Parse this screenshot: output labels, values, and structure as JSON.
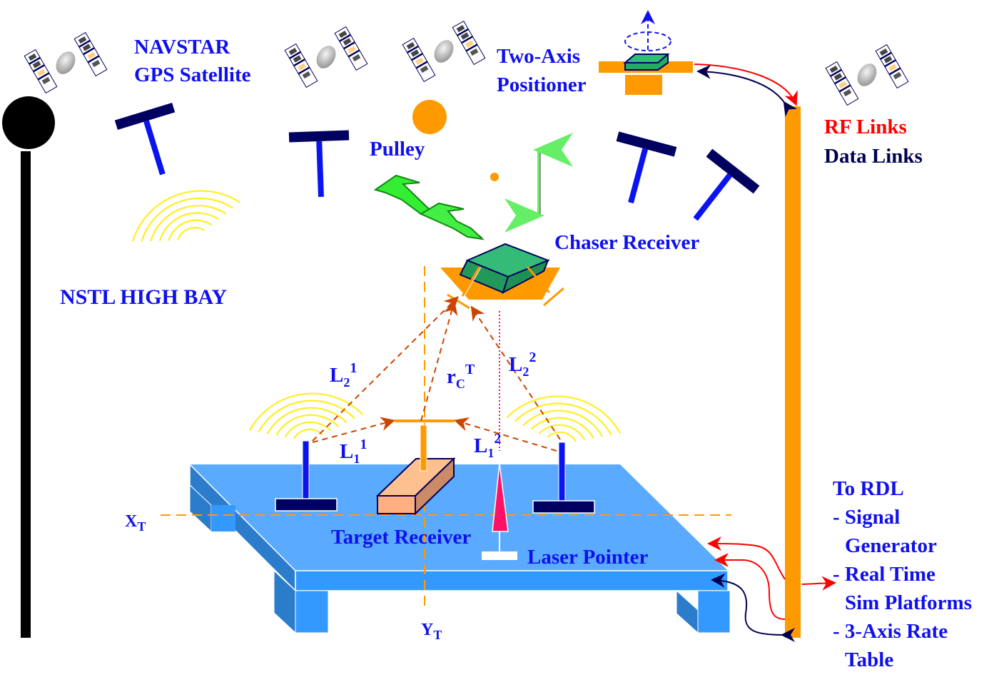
{
  "labels": {
    "navstar_line1": "NAVSTAR",
    "navstar_line2": "GPS Satellite",
    "two_axis_line1": "Two-Axis",
    "two_axis_line2": "Positioner",
    "pulley": "Pulley",
    "chaser_receiver": "Chaser Receiver",
    "nstl_high_bay": "NSTL HIGH BAY",
    "target_receiver": "Target Receiver",
    "laser_pointer": "Laser Pointer",
    "x_axis": "X",
    "x_axis_sub": "T",
    "y_axis": "Y",
    "y_axis_sub": "T"
  },
  "legend": {
    "rf_links": "RF Links",
    "data_links": "Data Links",
    "rf_color": "#ff0000",
    "data_color": "#000050"
  },
  "vectors": {
    "l2_1": {
      "base": "L",
      "sub": "2",
      "sup": "1"
    },
    "l2_2": {
      "base": "L",
      "sub": "2",
      "sup": "2"
    },
    "l1_1": {
      "base": "L",
      "sub": "1",
      "sup": "1"
    },
    "l1_2": {
      "base": "L",
      "sub": "1",
      "sup": "2"
    },
    "rct": {
      "base": "r",
      "sub": "C",
      "sup": "T"
    }
  },
  "rdl": {
    "title": "To RDL",
    "items": [
      "- Signal",
      "  Generator",
      "- Real Time",
      "  Sim Platforms",
      "- 3-Axis Rate",
      "  Table"
    ]
  },
  "colors": {
    "label_blue": "#1010ee",
    "orange": "#ff9900",
    "table_top": "#5aabff",
    "table_side": "#3399ff",
    "table_dark": "#2b7dcc",
    "antenna_blue": "#0a14f0",
    "antenna_base": "#000060",
    "chaser_green": "#33bb77",
    "laser_pink": "#ff1166"
  }
}
